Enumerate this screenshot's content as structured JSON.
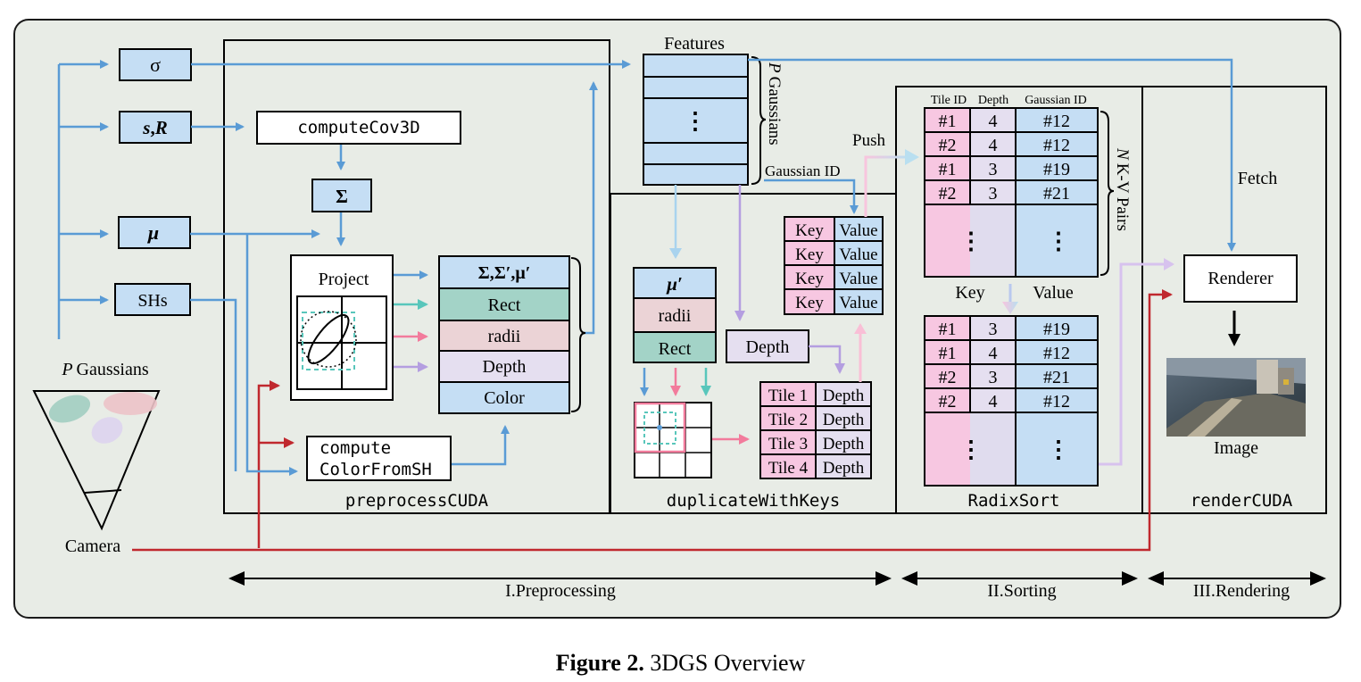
{
  "inputs": {
    "sigma": "σ",
    "sR_s": "s",
    "sR_R": "R",
    "mu": "μ",
    "shs": "SHs",
    "p_gaussians": "P Gaussians",
    "camera": "Camera"
  },
  "preprocess": {
    "compute_cov": "computeCov3D",
    "sigma_big": "Σ",
    "project": "Project",
    "compute_color_1": "compute",
    "compute_color_2": "ColorFromSH",
    "outputs": [
      "Σ,Σ′,μ′",
      "Rect",
      "radii",
      "Depth",
      "Color"
    ],
    "panel_label": "preprocessCUDA"
  },
  "features": {
    "title": "Features",
    "dots": "⋮",
    "side_label": "P Gaussians"
  },
  "duplicate": {
    "mu_prime": "μ′",
    "radii": "radii",
    "rect": "Rect",
    "depth": "Depth",
    "tiles": [
      "Tile 1",
      "Tile 2",
      "Tile 3",
      "Tile 4"
    ],
    "tile_value": "Depth",
    "kv_key": "Key",
    "kv_value": "Value",
    "gaussian_id_label": "Gaussian ID",
    "panel_label": "duplicateWithKeys"
  },
  "sort": {
    "push": "Push",
    "headers": [
      "Tile ID",
      "Depth",
      "Gaussian ID"
    ],
    "unsorted": [
      [
        "#1",
        "4",
        "#12"
      ],
      [
        "#2",
        "4",
        "#12"
      ],
      [
        "#1",
        "3",
        "#19"
      ],
      [
        "#2",
        "3",
        "#21"
      ]
    ],
    "sorted": [
      [
        "#1",
        "3",
        "#19"
      ],
      [
        "#1",
        "4",
        "#12"
      ],
      [
        "#2",
        "3",
        "#21"
      ],
      [
        "#2",
        "4",
        "#12"
      ]
    ],
    "key_label": "Key",
    "value_label": "Value",
    "side_label": "N K-V Pairs",
    "dots": "⋮",
    "panel_label": "RadixSort"
  },
  "render": {
    "fetch": "Fetch",
    "renderer": "Renderer",
    "image": "Image",
    "panel_label": "renderCUDA"
  },
  "stages": [
    "I.Preprocessing",
    "II.Sorting",
    "III.Rendering"
  ],
  "caption": {
    "bold": "Figure 2.",
    "text": "3DGS Overview"
  },
  "colors": {
    "background": "#e8ece6",
    "box_blue": "#c5def4",
    "teal": "#a3d3c7",
    "pink": "#ebd3d6",
    "lavender": "#e5dff0",
    "key_pink": "#f7c7e1",
    "arrow_blue": "#5a9bd5",
    "arrow_red": "#c0282e",
    "arrow_teal": "#58c6bb",
    "arrow_pink": "#f27b9c",
    "arrow_purple": "#b49ee0"
  }
}
